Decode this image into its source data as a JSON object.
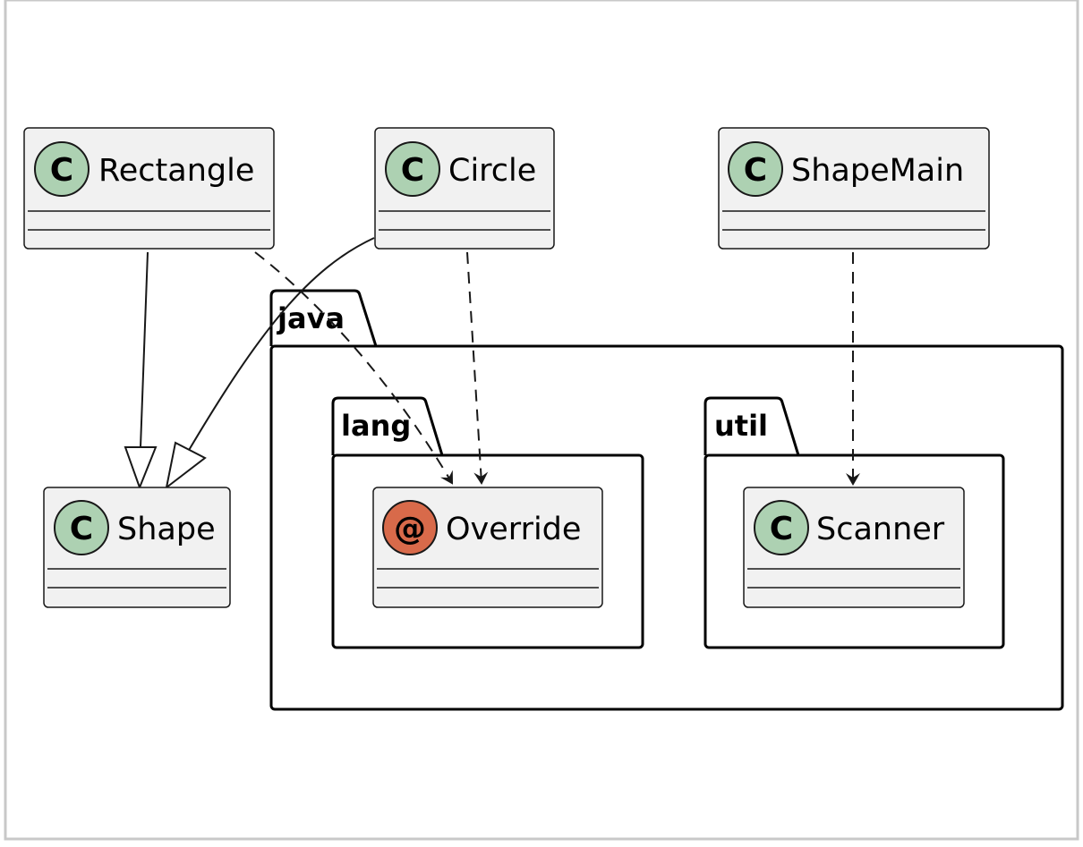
{
  "colors": {
    "class_fill": "#F1F1F1",
    "class_border": "#181818",
    "class_icon": "#ADD1B2",
    "annotation_icon": "#D86A4A",
    "frame_border": "#C8C8C8",
    "line": "#181818"
  },
  "packages": {
    "java": {
      "label": "java"
    },
    "lang": {
      "label": "lang"
    },
    "util": {
      "label": "util"
    }
  },
  "classes": {
    "rectangle": {
      "name": "Rectangle",
      "stereotype": "C"
    },
    "circle": {
      "name": "Circle",
      "stereotype": "C"
    },
    "shapemain": {
      "name": "ShapeMain",
      "stereotype": "C"
    },
    "shape": {
      "name": "Shape",
      "stereotype": "C"
    },
    "override": {
      "name": "Override",
      "stereotype": "@"
    },
    "scanner": {
      "name": "Scanner",
      "stereotype": "C"
    }
  },
  "relations": [
    {
      "from": "Rectangle",
      "to": "Shape",
      "kind": "generalization"
    },
    {
      "from": "Circle",
      "to": "Shape",
      "kind": "generalization"
    },
    {
      "from": "Rectangle",
      "to": "Override",
      "kind": "dependency"
    },
    {
      "from": "Circle",
      "to": "Override",
      "kind": "dependency"
    },
    {
      "from": "ShapeMain",
      "to": "Scanner",
      "kind": "dependency"
    }
  ]
}
